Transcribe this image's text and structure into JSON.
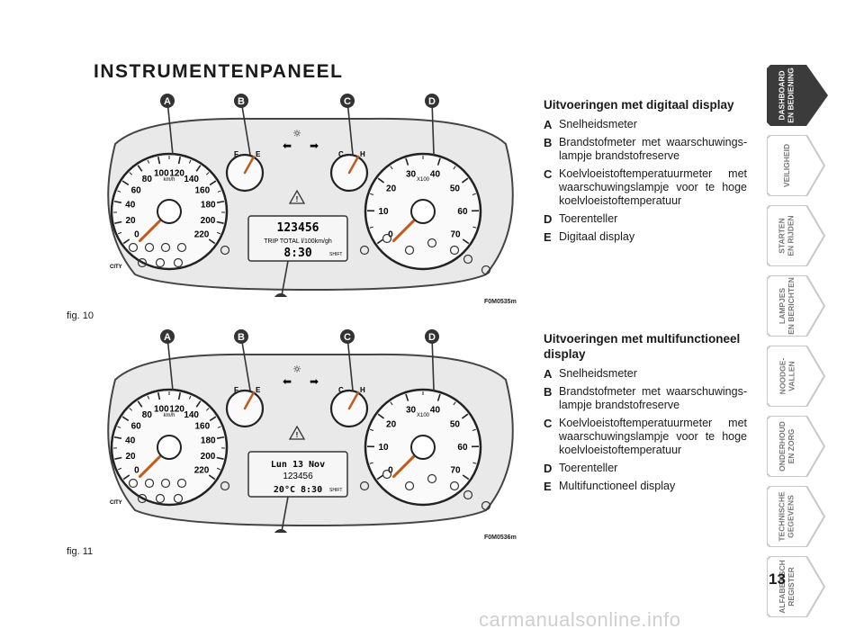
{
  "page_title": "INSTRUMENTENPANEEL",
  "figures": [
    {
      "caption": "fig. 10",
      "code": "F0M0535m",
      "display_line1": "123456",
      "display_line2": "TRIP TOTAL  l/100km/gh",
      "display_line3": "8:30",
      "callouts": [
        "A",
        "B",
        "C",
        "D",
        "E"
      ]
    },
    {
      "caption": "fig. 11",
      "code": "F0M0536m",
      "display_line1": "Lun 13 Nov",
      "display_line2": "123456",
      "display_line3": "20°C  8:30",
      "callouts": [
        "A",
        "B",
        "C",
        "D",
        "E"
      ]
    }
  ],
  "gauge_labels": {
    "speedo": [
      "0",
      "20",
      "40",
      "60",
      "80",
      "100",
      "120",
      "140",
      "160",
      "180",
      "200",
      "220"
    ],
    "speed_unit": "km/h",
    "tacho": [
      "0",
      "10",
      "20",
      "30",
      "40",
      "50",
      "60",
      "70"
    ],
    "tacho_unit": "X100",
    "fuel": [
      "F",
      "E"
    ],
    "temp": [
      "C",
      "H"
    ],
    "city": "CITY",
    "shift": "SHIFT"
  },
  "legend1": {
    "heading": "Uitvoeringen met digitaal display",
    "items": [
      {
        "letter": "A",
        "text": "Snelheidsmeter"
      },
      {
        "letter": "B",
        "text": "Brandstofmeter met waarschuwings-lampje brandstofreserve"
      },
      {
        "letter": "C",
        "text": "Koelvloeistoftemperatuurmeter met waarschuwingslampje voor te hoge koelvloeistoftemperatuur"
      },
      {
        "letter": "D",
        "text": "Toerenteller"
      },
      {
        "letter": "E",
        "text": "Digitaal display"
      }
    ]
  },
  "legend2": {
    "heading": "Uitvoeringen met multifunctioneel display",
    "items": [
      {
        "letter": "A",
        "text": "Snelheidsmeter"
      },
      {
        "letter": "B",
        "text": "Brandstofmeter met waarschuwings-lampje brandstofreserve"
      },
      {
        "letter": "C",
        "text": "Koelvloeistoftemperatuurmeter met waarschuwingslampje voor te hoge koelvloeistoftemperatuur"
      },
      {
        "letter": "D",
        "text": "Toerenteller"
      },
      {
        "letter": "E",
        "text": "Multifunctioneel display"
      }
    ]
  },
  "tabs": [
    {
      "label": "DASHBOARD\nEN BEDIENING",
      "active": true
    },
    {
      "label": "VEILIGHEID",
      "active": false
    },
    {
      "label": "STARTEN\nEN RIJDEN",
      "active": false
    },
    {
      "label": "LAMPJES\nEN BERICHTEN",
      "active": false
    },
    {
      "label": "NOODGE-\nVALLEN",
      "active": false
    },
    {
      "label": "ONDERHOUD\nEN ZORG",
      "active": false
    },
    {
      "label": "TECHNISCHE\nGEGEVENS",
      "active": false
    },
    {
      "label": "ALFABETISCH\nREGISTER",
      "active": false
    }
  ],
  "page_number": "13",
  "watermark": "carmanualsonline.info",
  "colors": {
    "tab_active": "#3b3b3b",
    "tab_inactive": "#d0d0d0",
    "panel_fill": "#e9e9e9",
    "callout": "#333333"
  }
}
